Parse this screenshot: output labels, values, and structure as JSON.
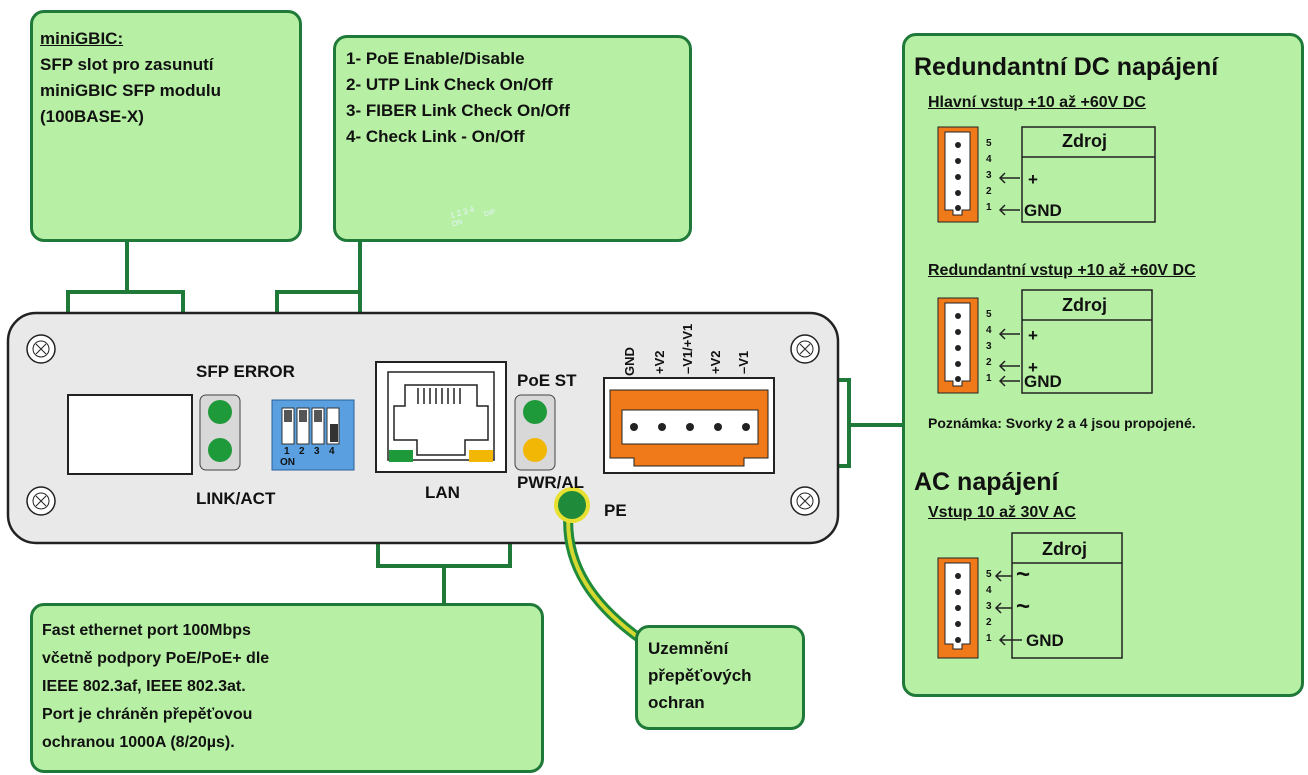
{
  "callouts": {
    "sfp": {
      "title": "miniGBIC:",
      "lines": [
        "SFP slot pro zasunutí",
        "miniGBIC SFP modulu",
        "(100BASE-X)"
      ]
    },
    "dip": {
      "lines": [
        "1- PoE Enable/Disable",
        "2- UTP Link Check On/Off",
        "3- FIBER Link Check On/Off",
        "4- Check Link - On/Off"
      ],
      "switch_numbers": "1 2 3 4",
      "switch_on": "ON",
      "switch_dip": "DIP"
    },
    "ethernet": {
      "lines": [
        "Fast ethernet port 100Mbps",
        "včetně podpory  PoE/PoE+ dle",
        "IEEE 802.3af, IEEE 802.3at.",
        "Port je chráněn přepěťovou",
        "ochranou 1000A (8/20µs)."
      ]
    },
    "ground": {
      "lines": [
        "Uzemnění",
        "přepěťových",
        "ochran"
      ]
    }
  },
  "power": {
    "title": "Redundantní DC napájení",
    "main_input": {
      "label": "Hlavní vstup +10 až +60V DC",
      "source": "Zdroj",
      "pins": [
        "5",
        "4",
        "3",
        "2",
        "1"
      ],
      "plus": "+",
      "gnd": "GND"
    },
    "redundant_input": {
      "label": "Redundantní vstup +10 až +60V DC",
      "source": "Zdroj",
      "pins": [
        "5",
        "4",
        "3",
        "2",
        "1"
      ],
      "plus4": "+",
      "plus2": "+",
      "gnd": "GND"
    },
    "note": "Poznámka: Svorky 2 a 4 jsou propojené.",
    "ac_title": "AC napájení",
    "ac_input": {
      "label": "Vstup 10 až 30V AC",
      "source": "Zdroj",
      "pins": [
        "5",
        "4",
        "3",
        "2",
        "1"
      ],
      "tilde": "~",
      "gnd": "GND"
    }
  },
  "device": {
    "sfp_error": "SFP ERROR",
    "link_act": "LINK/ACT",
    "lan": "LAN",
    "poe_st": "PoE ST",
    "pwr_al": "PWR/AL",
    "pe": "PE",
    "dip_numbers": [
      "1",
      "2",
      "3",
      "4"
    ],
    "dip_on": "ON",
    "terminal_labels": [
      "GND",
      "+V2",
      "–V1/+V1",
      "+V2",
      "–V1"
    ]
  },
  "colors": {
    "box_fill": "#b7f0a4",
    "box_border": "#1f7a3a",
    "led_green": "#1f9a3a",
    "led_yellow": "#f2b705",
    "terminal_orange": "#f07a1a",
    "dip_blue": "#5aa0e0"
  }
}
